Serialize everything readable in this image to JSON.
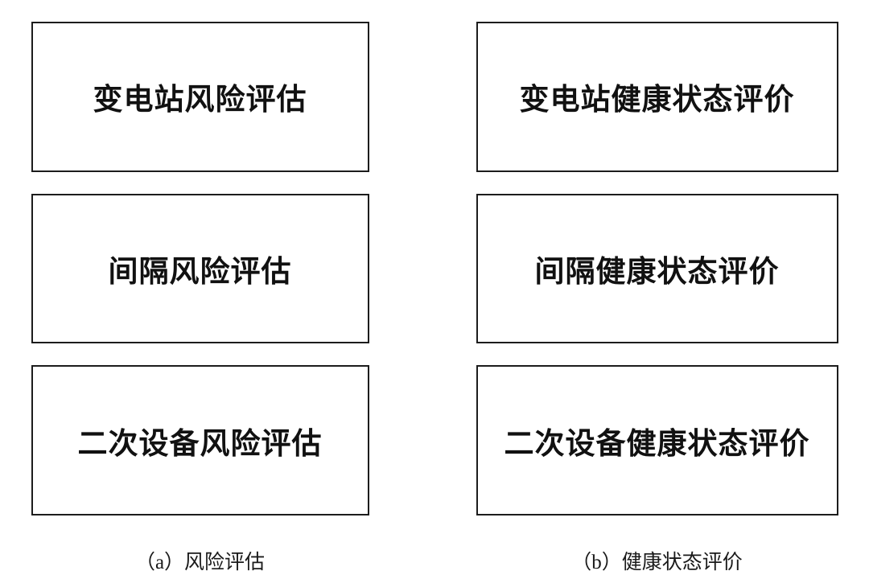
{
  "diagram": {
    "title": "",
    "columns": [
      {
        "id": "a",
        "caption": "（a）风险评估",
        "boxes": [
          {
            "label": "变电站风险评估"
          },
          {
            "label": "间隔风险评估"
          },
          {
            "label": "二次设备风险评估"
          }
        ]
      },
      {
        "id": "b",
        "caption": "（b）健康状态评价",
        "boxes": [
          {
            "label": "变电站健康状态评价"
          },
          {
            "label": "间隔健康状态评价"
          },
          {
            "label": "二次设备健康状态评价"
          }
        ]
      }
    ]
  }
}
